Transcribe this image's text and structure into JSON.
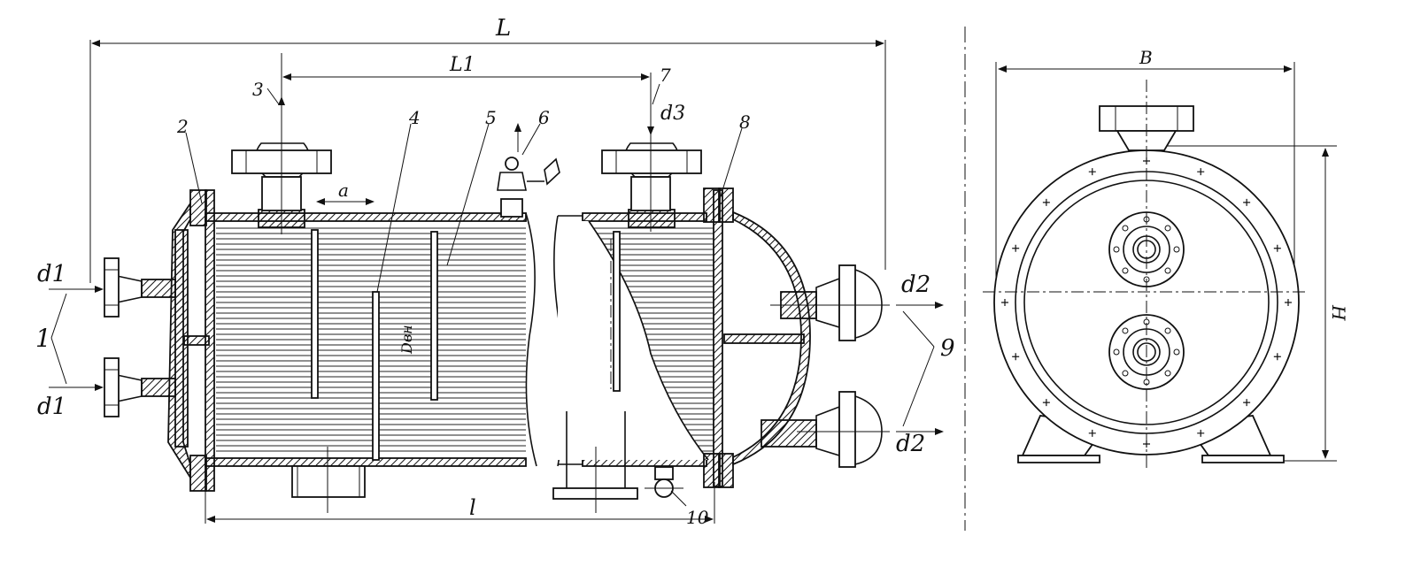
{
  "labels": {
    "dim_L": "L",
    "dim_L1": "L1",
    "dim_l": "l",
    "dim_a": "a",
    "dim_B": "B",
    "dim_H": "H",
    "d1_top": "d1",
    "d1_bottom": "d1",
    "d2_top": "d2",
    "d2_bottom": "d2",
    "d3": "d3",
    "d_inner": "Dвн",
    "n1": "1",
    "n2": "2",
    "n3": "3",
    "n4": "4",
    "n5": "5",
    "n6": "6",
    "n7": "7",
    "n8": "8",
    "n9": "9",
    "n10": "10"
  }
}
